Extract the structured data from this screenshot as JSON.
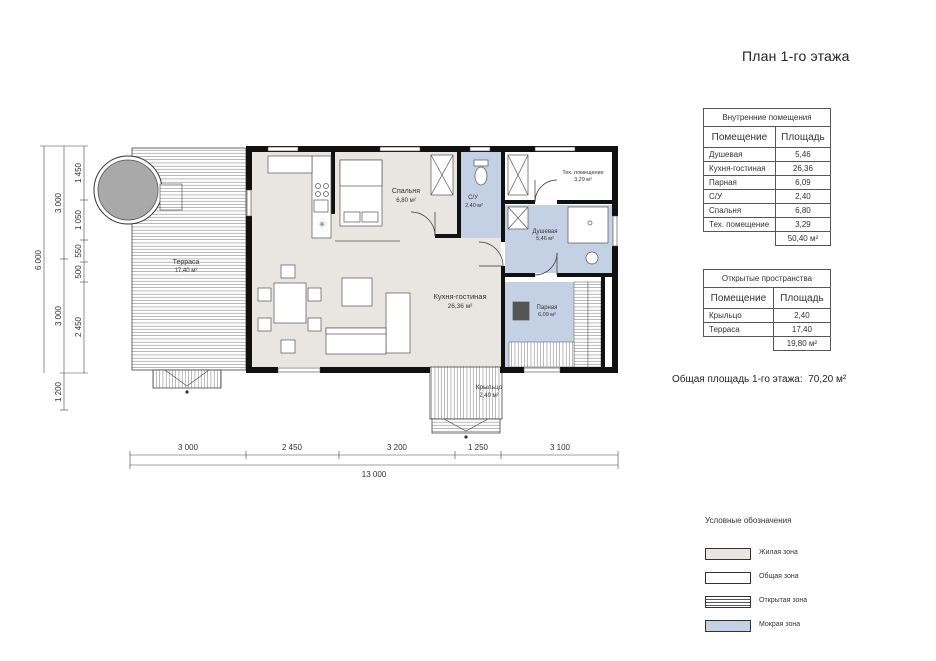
{
  "title": "План 1-го этажа",
  "plan": {
    "rooms": {
      "terrace": {
        "name": "Терраса",
        "area": "17,40 м²"
      },
      "kitchen": {
        "name": "Кухня-гостиная",
        "area": "26,36 м²"
      },
      "bedroom": {
        "name": "Спальня",
        "area": "6,80 м²"
      },
      "wc": {
        "name": "С/У",
        "area": "2,40 м²"
      },
      "tech": {
        "name": "Тех. помещение",
        "area": "3,29 м²"
      },
      "shower": {
        "name": "Душевая",
        "area": "5,46 м²"
      },
      "sauna": {
        "name": "Парная",
        "area": "6,09 м²"
      },
      "porch": {
        "name": "Крыльцо",
        "area": "2,40 м²"
      }
    },
    "dims_bottom": [
      "3 000",
      "2 450",
      "3 200",
      "1 250",
      "3 100"
    ],
    "dim_total_bottom": "13 000",
    "dims_left_outer": [
      "3 000",
      "3 000",
      "1 200"
    ],
    "dim_left_total": "6 000",
    "dims_left_inner": [
      "1 450",
      "1 050",
      "550",
      "500",
      "2 450"
    ]
  },
  "tables": {
    "inner": {
      "caption": "Внутренние помещения",
      "headers": [
        "Помещение",
        "Площадь"
      ],
      "rows": [
        [
          "Душевая",
          "5,46"
        ],
        [
          "Кухня-гостиная",
          "26,36"
        ],
        [
          "Парная",
          "6,09"
        ],
        [
          "С/У",
          "2,40"
        ],
        [
          "Спальня",
          "6,80"
        ],
        [
          "Тех. помещение",
          "3,29"
        ]
      ],
      "total": "50,40 м²"
    },
    "outer": {
      "caption": "Открытые пространства",
      "headers": [
        "Помещение",
        "Площадь"
      ],
      "rows": [
        [
          "Крыльцо",
          "2,40"
        ],
        [
          "Терраса",
          "17,40"
        ]
      ],
      "total": "19,80 м²"
    }
  },
  "total_area": {
    "label": "Общая площадь 1-го этажа:",
    "value": "70,20 м²"
  },
  "legend": {
    "title": "Условные обозначения",
    "items": [
      {
        "label": "Жилая зона",
        "color": "#e9e5e0"
      },
      {
        "label": "Общая зона",
        "color": "#ffffff"
      },
      {
        "label": "Открытая зона",
        "color": "lines"
      },
      {
        "label": "Мокрая зона",
        "color": "#c4d1e4"
      }
    ]
  },
  "colors": {
    "living": "#e9e5e0",
    "wet": "#c4d1e4",
    "wall": "#111111"
  }
}
